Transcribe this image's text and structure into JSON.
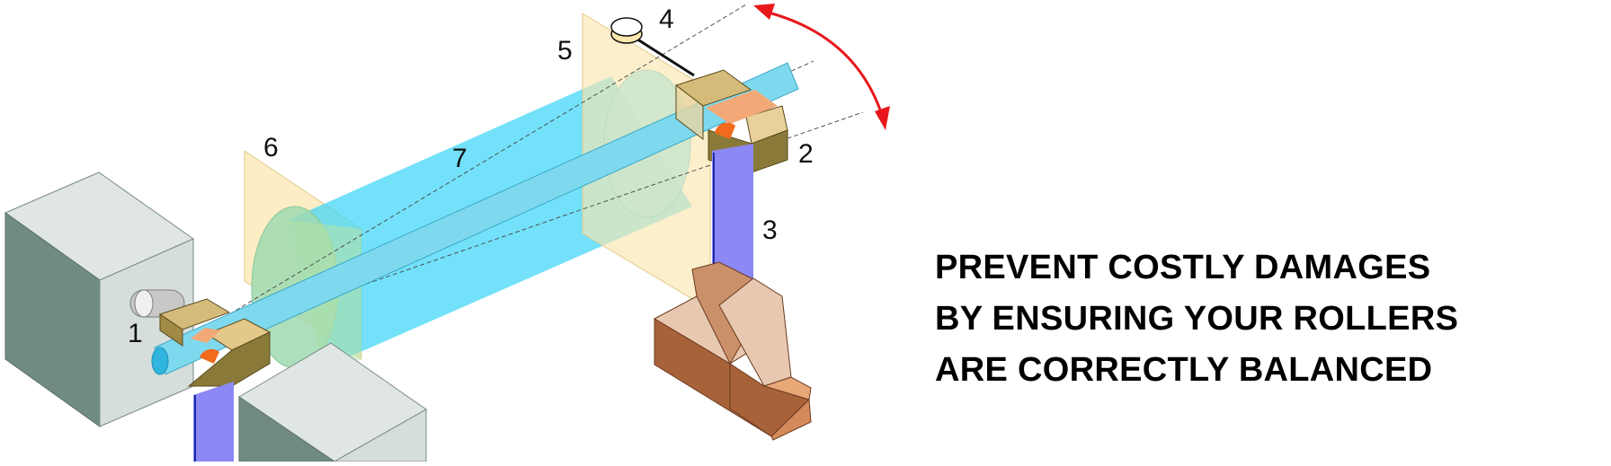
{
  "diagram": {
    "labels": {
      "support_bearing_left": "1",
      "support_bearing_right": "2",
      "support_strut": "3",
      "balancing_weight": "4",
      "correction_plane_right": "5",
      "correction_plane_left": "6",
      "rotor_cylinder": "7"
    }
  },
  "headline": {
    "line1": "PREVENT COSTLY DAMAGES",
    "line2": "BY ENSURING YOUR ROLLERS",
    "line3": "ARE CORRECTLY BALANCED"
  },
  "colors": {
    "rotor": "#3dd6f7",
    "shaft": "#7fd9ee",
    "plane": "#fbe7b0",
    "bearing_block": "#d4bb7a",
    "bearing_shadow": "#8a7a3a",
    "bearing_shell": "#f3a878",
    "bearing_ball": "#f26a1b",
    "strut": "#8c88f5",
    "housing_light": "#d6dedb",
    "housing_dark": "#6f8b83",
    "pedestal_front": "#a8623a",
    "pedestal_side": "#e8c8b0",
    "arrow": "#e8171c"
  }
}
